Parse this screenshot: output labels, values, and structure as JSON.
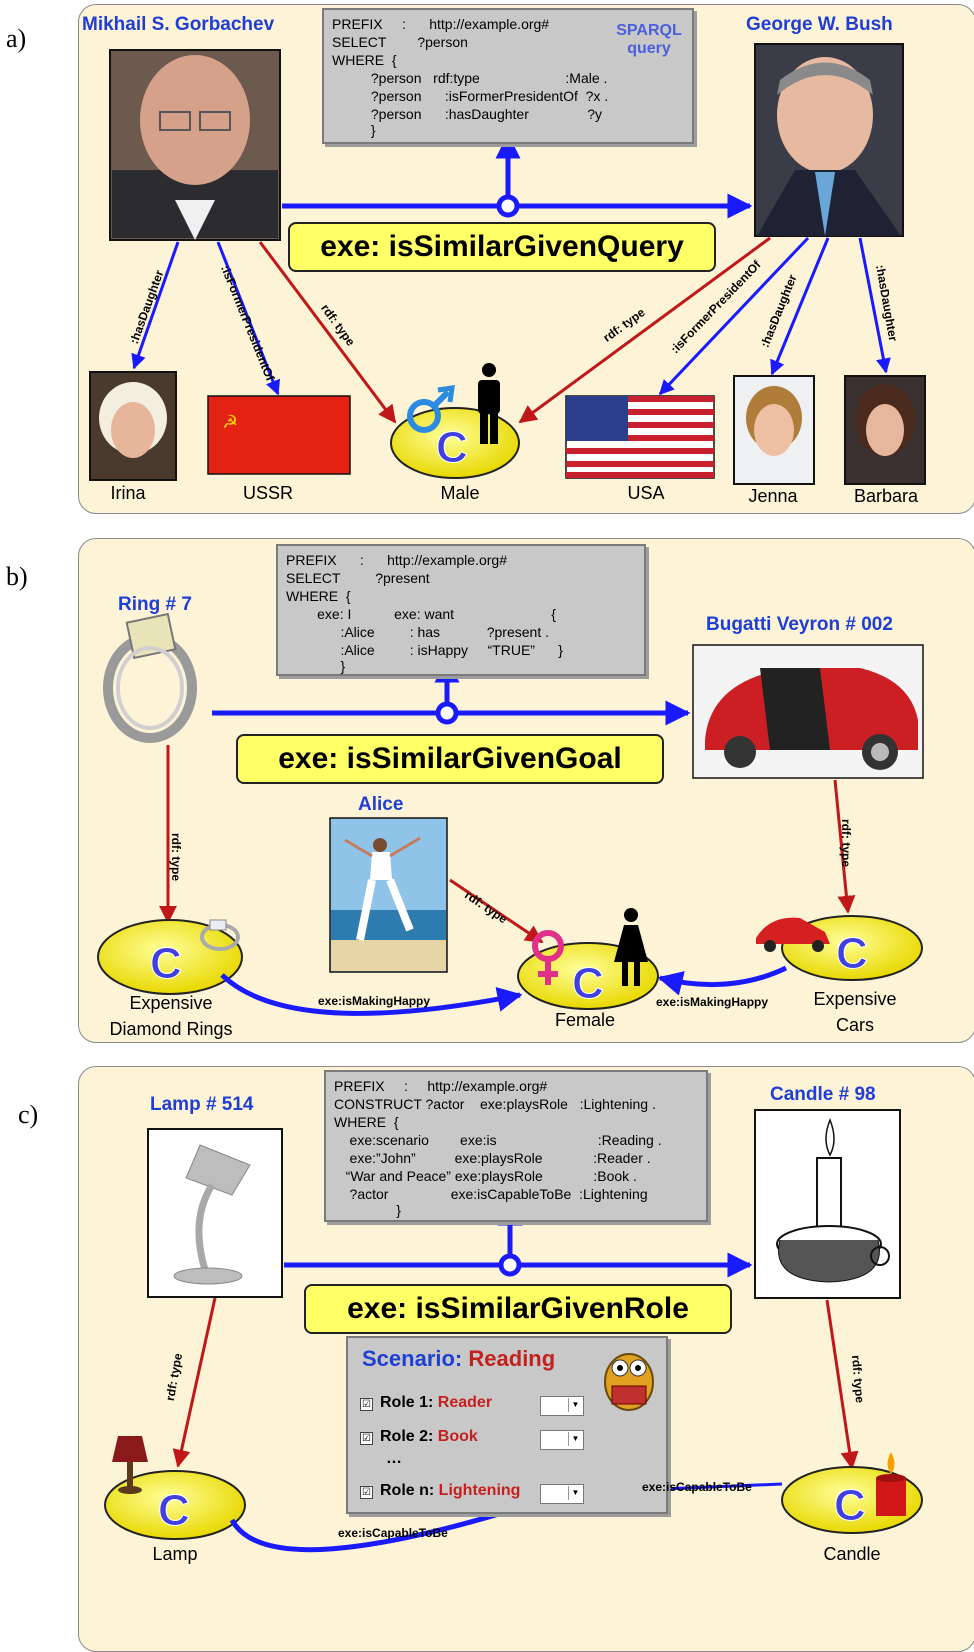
{
  "panels": [
    {
      "letter": "a)",
      "left_title": "Mikhail S. Gorbachev",
      "right_title": "George W. Bush",
      "query_lines": [
        "PREFIX     :      http://example.org#",
        "SELECT        ?person",
        "WHERE  {",
        "          ?person   rdf:type                      :Male .",
        "          ?person      :isFormerPresidentOf  ?x .",
        "          ?person      :hasDaughter               ?y",
        "          }"
      ],
      "query_tag": [
        "SPARQL",
        "query"
      ],
      "predicate": "exe: isSimilarGivenQuery",
      "nodes": [
        "Irina",
        "USSR",
        "Male",
        "USA",
        "Jenna",
        "Barbara"
      ],
      "edges": [
        ":hasDaughter",
        ":isFormerPresidentOf",
        "rdf: type",
        "rdf: type",
        ":isFormerPresidentOf",
        ":hasDaughter",
        ":hasDaughter"
      ]
    },
    {
      "letter": "b)",
      "left_title": "Ring # 7",
      "right_title": "Bugatti Veyron # 002",
      "center_title": "Alice",
      "query_lines": [
        "PREFIX      :      http://example.org#",
        "SELECT         ?present",
        "WHERE  {",
        "        exe: I           exe: want                         {",
        "              :Alice         : has            ?present .",
        "              :Alice         : isHappy     “TRUE”      }",
        "              }"
      ],
      "predicate": "exe: isSimilarGivenGoal",
      "nodes": [
        "Expensive\nDiamond Rings",
        "Female",
        "Expensive\nCars"
      ],
      "edges": [
        "rdf: type",
        "rdf: type",
        "rdf: type",
        "exe:isMakingHappy",
        "exe:isMakingHappy"
      ]
    },
    {
      "letter": "c)",
      "left_title": "Lamp # 514",
      "right_title": "Candle # 98",
      "query_lines": [
        "PREFIX     :     http://example.org#",
        "CONSTRUCT ?actor    exe:playsRole   :Lightening .",
        "WHERE  {",
        "    exe:scenario        exe:is                          :Reading .",
        "    exe:”John”          exe:playsRole             :Reader .",
        "   “War and Peace” exe:playsRole             :Book .",
        "    ?actor                exe:isCapableToBe  :Lightening",
        "                }"
      ],
      "predicate": "exe: isSimilarGivenRole",
      "scenario": {
        "prefix": "Scenario:",
        "name": "Reading"
      },
      "roles": [
        {
          "check": "☑",
          "label": "Role 1:",
          "value": "Reader"
        },
        {
          "check": "☑",
          "label": "Role 2:",
          "value": "Book"
        },
        {
          "check": "",
          "label": "…",
          "value": ""
        },
        {
          "check": "☑",
          "label": "Role n:",
          "value": "Lightening"
        }
      ],
      "nodes": [
        "Lamp",
        "Candle"
      ],
      "edges": [
        "rdf: type",
        "rdf: type",
        "exe:isCapableToBe",
        "exe:isCapableToBe"
      ]
    }
  ],
  "class_glyph": "C",
  "colors": {
    "arrow_blue": "#1a1aff",
    "arrow_red": "#c01818",
    "predicate_fill": "#ffff66",
    "panel_bg": "#fdf3d6",
    "title_blue": "#1f3fd4"
  }
}
